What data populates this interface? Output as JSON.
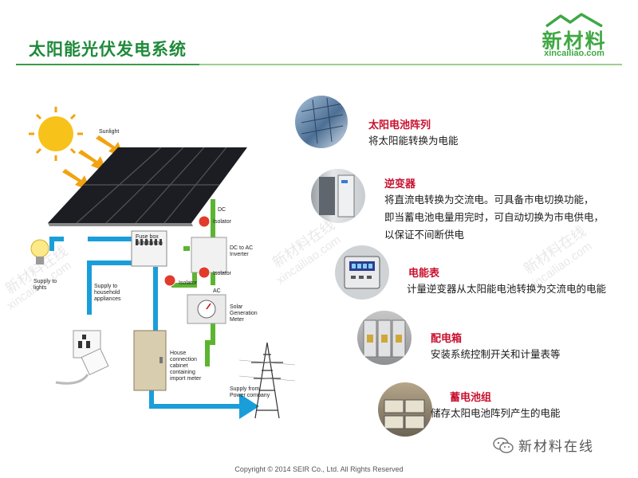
{
  "page": {
    "title": "太阳能光伏发电系统",
    "copyright": "Copyright © 2014  SEIR Co., Ltd. All Rights Reserved",
    "watermark_text": "新材料在线",
    "watermark_url": "xincailiao.com",
    "footer_brand": "新材料在线"
  },
  "logo": {
    "cn": "新材料",
    "en": "xincailiao.com"
  },
  "diagram": {
    "sunlight": "Sunlight",
    "dc": "DC",
    "isolator_top": "Isolator",
    "inverter": "DC to AC Inverter",
    "fuse_box": "Fuse box distribution",
    "isolator_mid": "Isolator",
    "isolator_left": "Isolator",
    "ac": "AC",
    "meter": "Solar Generation Meter",
    "supply_lights": "Supply to lights",
    "supply_appliances": "Supply to household appliances",
    "house_cabinet": "House connection cabinet containing import meter",
    "supply_power": "Supply from Power company"
  },
  "components": [
    {
      "title": "太阳电池阵列",
      "lines": [
        "将太阳能转换为电能"
      ],
      "icon": "solar-panel-photo"
    },
    {
      "title": "逆变器",
      "lines": [
        "将直流电转换为交流电。可具备市电切换功能，",
        "即当蓄电池电量用完时，可自动切换为市电供电，",
        "以保证不间断供电"
      ],
      "icon": "inverter-photo"
    },
    {
      "title": "电能表",
      "lines": [
        "计量逆变器从太阳能电池转换为交流电的电能"
      ],
      "icon": "meter-photo"
    },
    {
      "title": "配电箱",
      "lines": [
        "安装系统控制开关和计量表等"
      ],
      "icon": "distribution-cabinet-photo"
    },
    {
      "title": "蓄电池组",
      "lines": [
        "储存太阳电池阵列产生的电能"
      ],
      "icon": "battery-bank-photo"
    }
  ],
  "colors": {
    "title_green": "#1f8a3a",
    "accent_red": "#c8102e",
    "wire_blue": "#1a9ed9",
    "wire_green": "#5cb531"
  }
}
